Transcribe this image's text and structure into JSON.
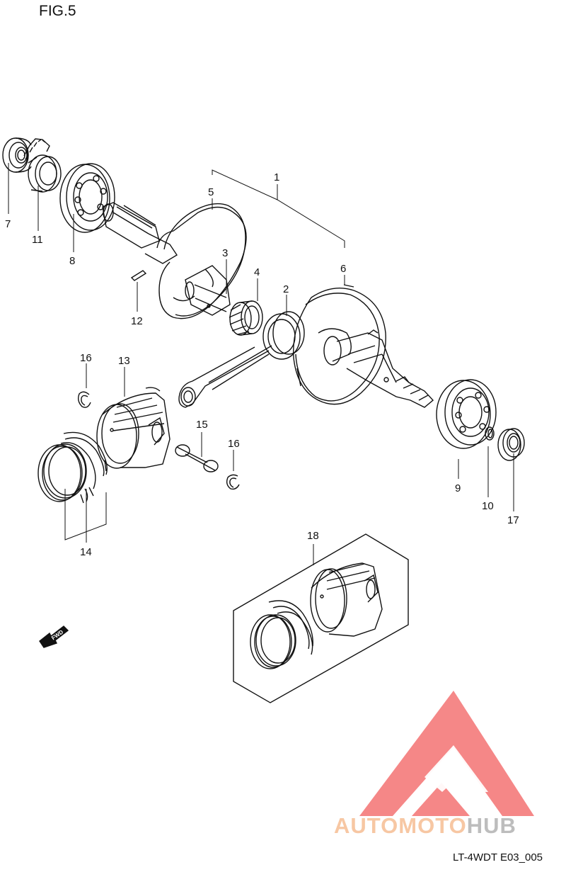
{
  "figure": {
    "title": "FIG.5",
    "code": "LT-4WDT E03_005"
  },
  "callouts": [
    {
      "id": "c1",
      "label": "1"
    },
    {
      "id": "c2",
      "label": "2"
    },
    {
      "id": "c3",
      "label": "3"
    },
    {
      "id": "c4",
      "label": "4"
    },
    {
      "id": "c5",
      "label": "5"
    },
    {
      "id": "c6",
      "label": "6"
    },
    {
      "id": "c7",
      "label": "7"
    },
    {
      "id": "c8",
      "label": "8"
    },
    {
      "id": "c9",
      "label": "9"
    },
    {
      "id": "c10",
      "label": "10"
    },
    {
      "id": "c11",
      "label": "11"
    },
    {
      "id": "c12",
      "label": "12"
    },
    {
      "id": "c13",
      "label": "13"
    },
    {
      "id": "c14",
      "label": "14"
    },
    {
      "id": "c15",
      "label": "15"
    },
    {
      "id": "c16a",
      "label": "16"
    },
    {
      "id": "c16b",
      "label": "16"
    },
    {
      "id": "c17",
      "label": "17"
    },
    {
      "id": "c18",
      "label": "18"
    }
  ],
  "fwd_arrow": {
    "label": "FWD",
    "icon": "fwd-arrow-icon"
  },
  "watermark": {
    "brand_part1": "AUTOMOTO",
    "brand_part2": "HUB",
    "color_primary": "#f47b7b",
    "color_text1": "#f7c7a3",
    "color_text2": "#bdbdbd"
  }
}
